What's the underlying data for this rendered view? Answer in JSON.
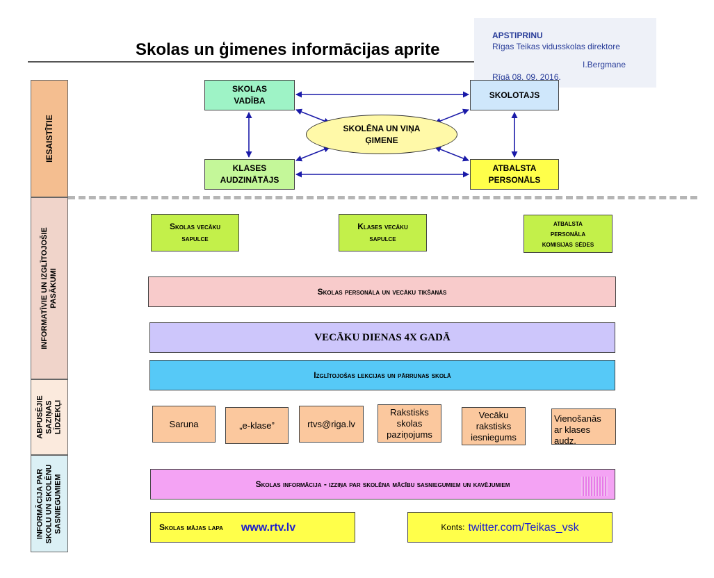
{
  "title": "Skolas un ģimenes informācijas aprite",
  "stamp": {
    "line1": "APSTIPRINU",
    "line2": "Rīgas Teikas vidusskolas direktore",
    "line3": "I.Bergmane",
    "line4": "Rīgā 08. 09. 2016."
  },
  "sections": {
    "iesaistitie": "IESAISTĪTIE",
    "informativie_l1": "INFORMATĪVIE UN IZGLĪTOJOŠIE",
    "informativie_l2": "PASĀKUMI",
    "abpusejie_l1": "ABPUSĒJIE",
    "abpusejie_l2": "SAZIŅAS",
    "abpusejie_l3": "LĪDZEKĻI",
    "info_l1": "INFORMĀCIJA PAR",
    "info_l2": "SKOLU UN SKOLĒNU",
    "info_l3": "SASNIEGUMIEM"
  },
  "diagram": {
    "skolas_vadiba_l1": "SKOLAS",
    "skolas_vadiba_l2": "VADĪBA",
    "skolotajs": "SKOLOTAJS",
    "center_l1": "SKOLĒNA UN VIŅA",
    "center_l2": "ĢIMENE",
    "klases_l1": "KLASES",
    "klases_l2": "AUDZINĀTĀJS",
    "atbalsta_l1": "ATBALSTA",
    "atbalsta_l2": "PERSONĀLS"
  },
  "events": {
    "skolas_sapulce_l1": "Skolas vecāku",
    "skolas_sapulce_l2": "sapulce",
    "klases_sapulce_l1": "Klases vecāku",
    "klases_sapulce_l2": "sapulce",
    "komisija_l1": "atbalsta",
    "komisija_l2": "personāla",
    "komisija_l3": "komisijas sēdes",
    "tiksanas": "Skolas personāla un vecāku tikšanās",
    "dienas": "VECĀKU DIENAS 4X GADĀ",
    "lekcijas": "Izglītojošas lekcijas un pārrunas skolā"
  },
  "means": {
    "saruna": "Saruna",
    "eklase": "„e-klase”",
    "email": "rtvs@riga.lv",
    "rakstisks_l1": "Rakstisks",
    "rakstisks_l2": "skolas",
    "rakstisks_l3": "paziņojums",
    "iesniegums_l1": "Vecāku",
    "iesniegums_l2": "rakstisks",
    "iesniegums_l3": "iesniegums",
    "vienosanas_l1": "Vienošanās",
    "vienosanas_l2": "ar klases",
    "vienosanas_l3": "audz."
  },
  "info": {
    "izzina": "Skolas informācija - izziņa par skolēna mācību sasniegumiem un kavējumiem",
    "majas_lapa": "Skolas mājas lapa",
    "majas_url": "www.rtv.lv",
    "konts_label": "Konts:",
    "konts_url": "twitter.com/Teikas_vsk"
  },
  "colors": {
    "green": "#c4f799",
    "mint": "#9ef3c6",
    "lightblue": "#cfe7fb",
    "yellow": "#ffff4a",
    "lime": "#c3f04a",
    "pink": "#f8cbcb",
    "lavender": "#cdc6fb",
    "sky": "#56c9f7",
    "orange": "#fbc89e",
    "magenta": "#f4a3f4",
    "side_orange": "#f4be90",
    "side_rose": "#f0d4ca",
    "side_cream": "#fbeadd",
    "side_blue": "#dbf0f5",
    "arrow": "#1a1aa8"
  }
}
